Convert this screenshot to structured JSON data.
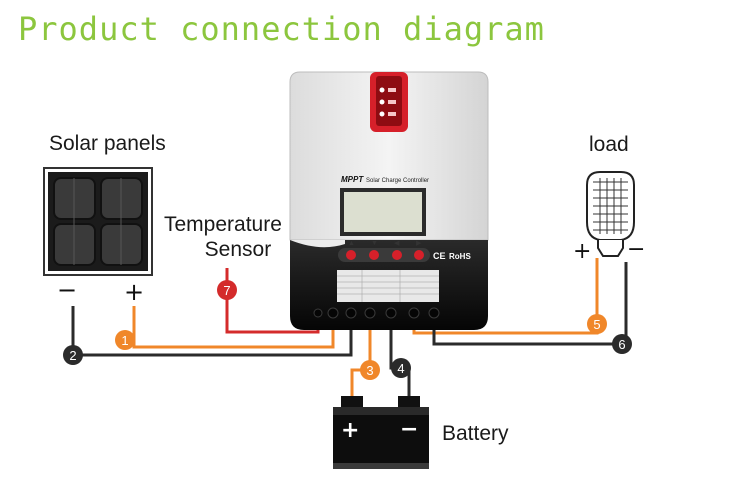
{
  "title": "Product connection diagram",
  "labels": {
    "solar_panels": "Solar panels",
    "load": "load",
    "temperature": "Temperature",
    "sensor": "Sensor",
    "battery": "Battery"
  },
  "controller": {
    "brand": "MPPT",
    "model": "Solar Charge Controller",
    "cert_ce": "CE",
    "cert_rohs": "RoHS",
    "button_arrows": [
      "▲",
      "▼",
      "◀",
      "▶"
    ]
  },
  "symbols": {
    "plus": "+",
    "minus": "−"
  },
  "markers": [
    "1",
    "2",
    "3",
    "4",
    "5",
    "6",
    "7"
  ],
  "colors": {
    "title": "#8cc63e",
    "wire_positive": "#f0872a",
    "wire_negative": "#2b2b2b",
    "wire_sensor": "#d42b2b",
    "controller_body": "#eeeeee",
    "controller_base": "#111111",
    "controller_accent": "#d6202a"
  }
}
